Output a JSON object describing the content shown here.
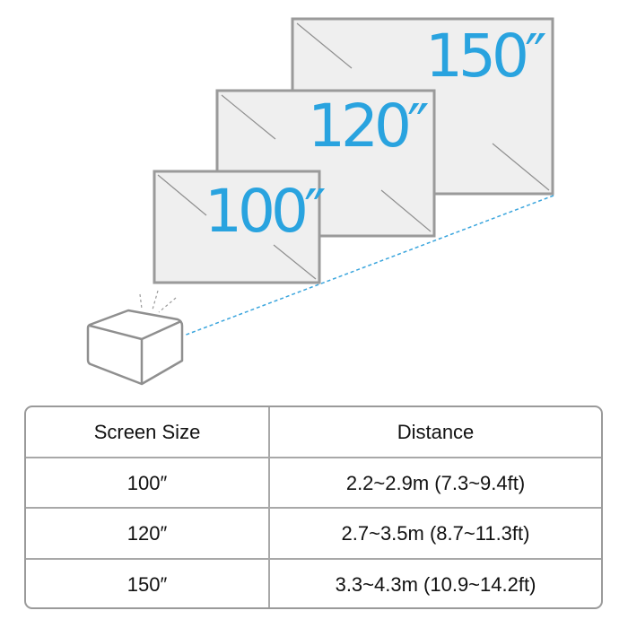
{
  "diagram": {
    "screens": [
      {
        "label": "150″",
        "size_in": 150
      },
      {
        "label": "120″",
        "size_in": 120
      },
      {
        "label": "100″",
        "size_in": 100
      }
    ],
    "projector_icon": "projector-cube-icon",
    "beam_line_style": "dashed",
    "colors": {
      "label_blue": "#29a3df",
      "screen_fill": "#efefef",
      "screen_border": "#9a9a9a",
      "beam_blue": "#3aa5dd"
    }
  },
  "table": {
    "headers": [
      "Screen Size",
      "Distance"
    ],
    "rows": [
      [
        "100″",
        "2.2~2.9m (7.3~9.4ft)"
      ],
      [
        "120″",
        "2.7~3.5m (8.7~11.3ft)"
      ],
      [
        "150″",
        "3.3~4.3m (10.9~14.2ft)"
      ]
    ]
  }
}
